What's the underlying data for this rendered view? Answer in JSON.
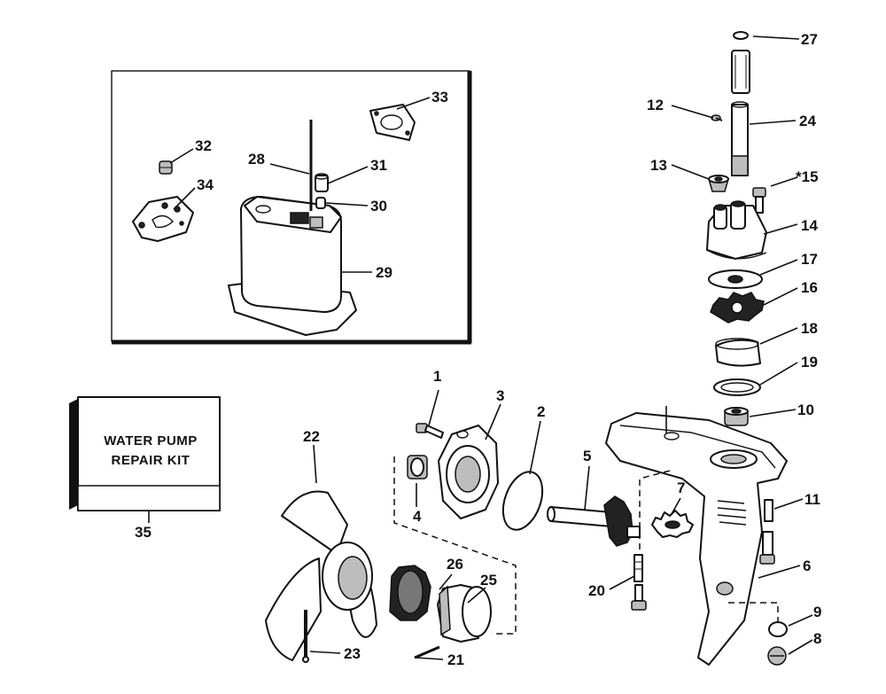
{
  "kit_label": {
    "line1": "WATER PUMP",
    "line2": "REPAIR KIT"
  },
  "callouts": {
    "c1": "1",
    "c2": "2",
    "c3": "3",
    "c4": "4",
    "c5": "5",
    "c6": "6",
    "c7": "7",
    "c8": "8",
    "c9": "9",
    "c10": "10",
    "c11": "11",
    "c12": "12",
    "c13": "13",
    "c14": "14",
    "c15": "*15",
    "c16": "16",
    "c17": "17",
    "c18": "18",
    "c19": "19",
    "c20": "20",
    "c21": "21",
    "c22": "22",
    "c23": "23",
    "c24": "24",
    "c25": "25",
    "c26": "26",
    "c27": "27",
    "c28": "28",
    "c29": "29",
    "c30": "30",
    "c31": "31",
    "c32": "32",
    "c33": "33",
    "c34": "34",
    "c35": "35"
  }
}
